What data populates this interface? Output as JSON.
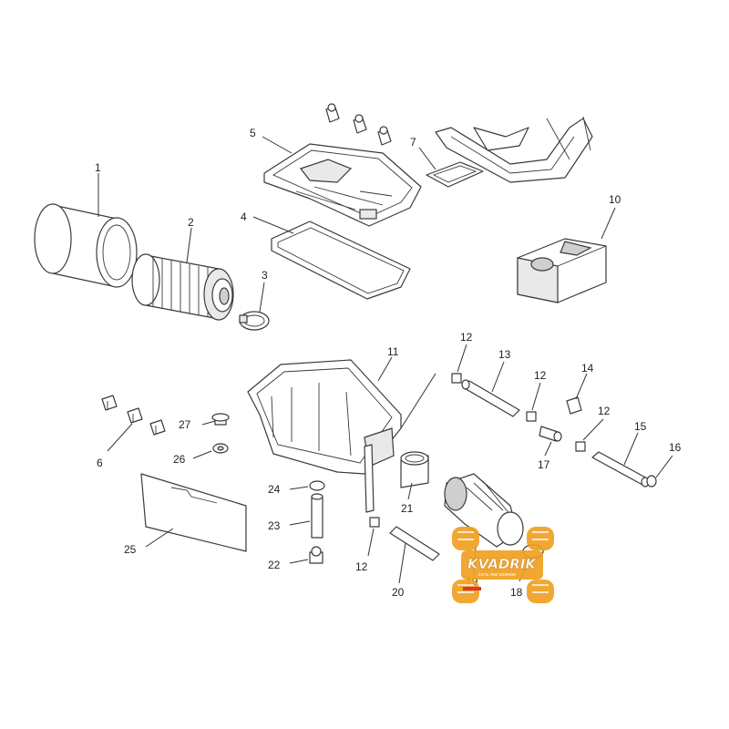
{
  "diagram": {
    "callouts": [
      {
        "id": "c1",
        "label": "1"
      },
      {
        "id": "c2",
        "label": "2"
      },
      {
        "id": "c3",
        "label": "3"
      },
      {
        "id": "c4",
        "label": "4"
      },
      {
        "id": "c5",
        "label": "5"
      },
      {
        "id": "c6",
        "label": "6"
      },
      {
        "id": "c7",
        "label": "7"
      },
      {
        "id": "c10",
        "label": "10"
      },
      {
        "id": "c11",
        "label": "11"
      },
      {
        "id": "c12a",
        "label": "12"
      },
      {
        "id": "c12b",
        "label": "12"
      },
      {
        "id": "c12c",
        "label": "12"
      },
      {
        "id": "c12d",
        "label": "12"
      },
      {
        "id": "c13",
        "label": "13"
      },
      {
        "id": "c14",
        "label": "14"
      },
      {
        "id": "c15",
        "label": "15"
      },
      {
        "id": "c16",
        "label": "16"
      },
      {
        "id": "c17",
        "label": "17"
      },
      {
        "id": "c18",
        "label": "18"
      },
      {
        "id": "c19",
        "label": "19"
      },
      {
        "id": "c20",
        "label": "20"
      },
      {
        "id": "c21",
        "label": "21"
      },
      {
        "id": "c22",
        "label": "22"
      },
      {
        "id": "c23",
        "label": "23"
      },
      {
        "id": "c24",
        "label": "24"
      },
      {
        "id": "c25",
        "label": "25"
      },
      {
        "id": "c26",
        "label": "26"
      },
      {
        "id": "c27",
        "label": "27"
      }
    ]
  },
  "watermark": {
    "text": "KVADRIK",
    "subtext": "сеть магазинов",
    "colors": {
      "tire": "#f0a020",
      "text": "#ffffff",
      "accent": "#d9261c"
    }
  }
}
